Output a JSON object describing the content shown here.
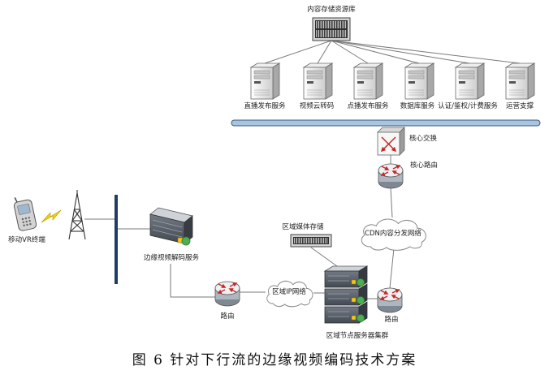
{
  "caption": "图 6 针对下行流的边缘视频编码技术方案",
  "nodes": {
    "content_storage": "内容存储资源库",
    "servers": [
      "直播发布服务",
      "视频云转码",
      "点播发布服务",
      "数据库服务",
      "认证/鉴权/计费服务",
      "运营支撑"
    ],
    "core_switch": "核心交换",
    "core_router": "核心路由",
    "cdn": "CDN内容分发网络",
    "mobile": "移动VR终端",
    "edge": "边缘视频解码服务",
    "regional_storage": "区域媒体存储",
    "regional_ip": "区域IP网络",
    "router_left": "路由",
    "router_right": "路由",
    "cluster": "区域节点服务器集群"
  }
}
